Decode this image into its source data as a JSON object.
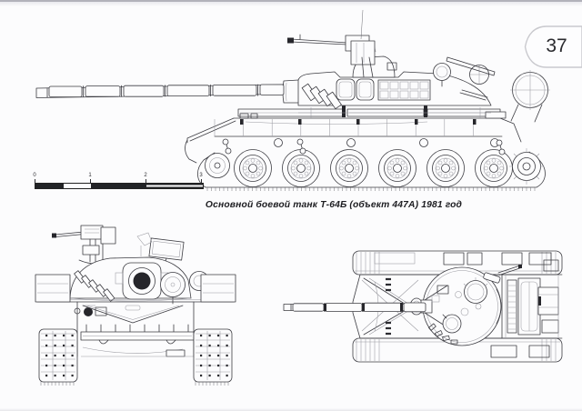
{
  "badge": {
    "label": "37"
  },
  "caption": {
    "text": "Основной боевой танк Т-64Б (объект 447А) 1981 год"
  },
  "scale_bar": {
    "labels": [
      "0",
      "1",
      "2",
      "3"
    ]
  },
  "drawing": {
    "subject": "T-64B main battle tank three-view technical line drawing",
    "views": [
      "side",
      "front",
      "top"
    ]
  },
  "colors": {
    "paper": "#fcfcfd",
    "line": "#3c3c42",
    "badge_bg": "#fdfdfe",
    "badge_border": "#c9c9ce",
    "text": "#1d1d21"
  }
}
